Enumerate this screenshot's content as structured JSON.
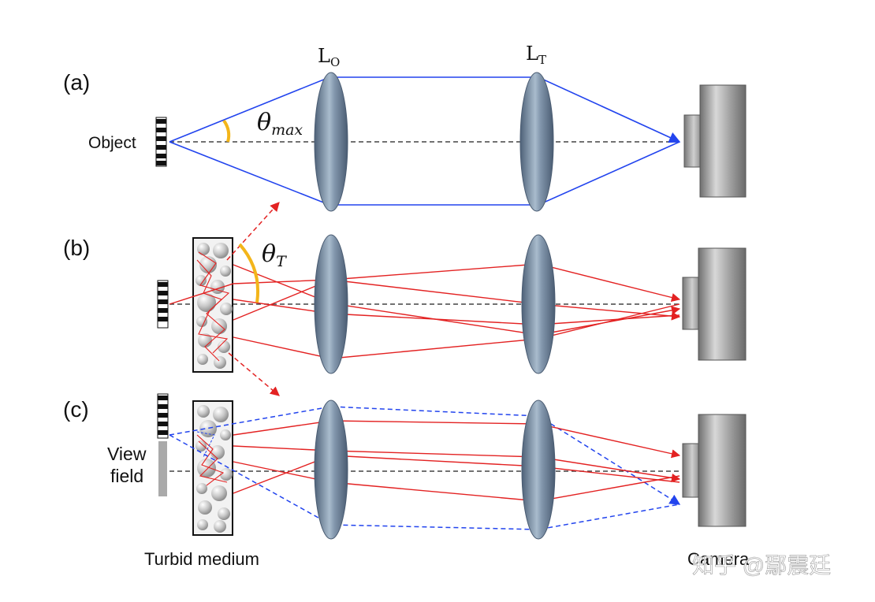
{
  "panel_labels": {
    "a": "(a)",
    "b": "(b)",
    "c": "(c)"
  },
  "lens_labels": {
    "objective": {
      "main": "L",
      "sub": "O"
    },
    "tube": {
      "main": "L",
      "sub": "T"
    }
  },
  "angles": {
    "theta_max": {
      "symbol": "θ",
      "sub": "max"
    },
    "theta_t": {
      "symbol": "θ",
      "sub": "T"
    }
  },
  "labels": {
    "object": "Object",
    "view_field_line1": "View",
    "view_field_line2": "field",
    "turbid_medium": "Turbid medium",
    "camera": "Camera",
    "watermark": "知乎 @鄢震廷"
  },
  "colors": {
    "blue_ray": "#2244ee",
    "red_ray": "#e32222",
    "angle_arc": "#f3b51a",
    "lens": "#6f839a",
    "camera_body": "#8c8c8c",
    "axis": "#444444"
  }
}
